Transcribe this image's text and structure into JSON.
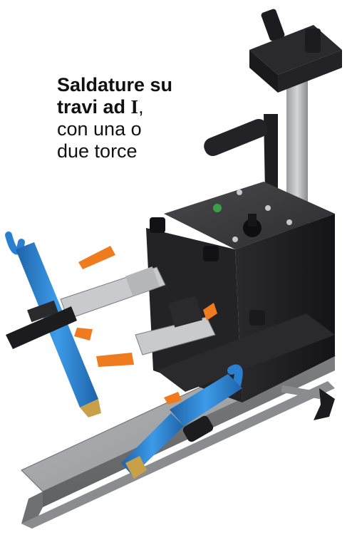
{
  "caption": {
    "line1": "Saldature su",
    "line2_a": "travi ad ",
    "line2_i": "I",
    "line2_b": ",",
    "line3": "con una o",
    "line4": "due torce"
  },
  "colors": {
    "background": "#ffffff",
    "machine_dark": "#1c1c1e",
    "machine_mid": "#2e2e30",
    "steel": "#9a9c9e",
    "torch_blue": "#2b7fd0",
    "lever_orange": "#f07a1e",
    "text": "#111111"
  }
}
